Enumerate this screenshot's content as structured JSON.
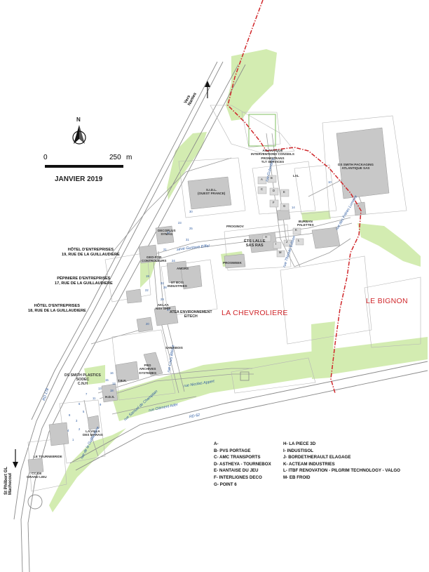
{
  "north_label": "N",
  "scale": {
    "start": "0",
    "end": "250",
    "unit": "m"
  },
  "date": "JANVIER 2019",
  "directions": {
    "vieux_nantes": "Vers\nNantes",
    "st_philbert": "St Philbert GL\nMachecoul"
  },
  "communes": {
    "chevroliere": "LA CHEVROLIERE",
    "bignon": "LE BIGNON"
  },
  "roads": {
    "rd178": "RD 178",
    "rd62": "RD 62",
    "gustave_eiffel": "rue Gustave Eiffel",
    "nicolas_appert": "rue Nicolas Appert",
    "samuel_champlain": "rue Samuel de Champlain",
    "clement_ader": "rue Clément Ader",
    "la_guillaudiere": "rue de la Guillaudière",
    "thomas_edison": "rue Thomas Edison",
    "freres_lumiere": "rue des Frères Lumière",
    "louis_blériot": "rue Louis Blériot",
    "gutenberg": "rue Gutenberg"
  },
  "addresses": {
    "hotel1": "HÔTEL D'ENTREPRISES\n19, RUE DE LA GUILLAUDIERE",
    "pepiniere": "PÉPINIERE D'ENTREPRISES\n17, RUE DE LA GUILLAUDIERE",
    "hotel2": "HÔTEL D'ENTREPRISES\n18, RUE DE LA GUILLAUDIERE"
  },
  "companies": {
    "atlantique": "ATLANTIQUE\nINTERVENTIONS CONSEILS\nPROMOTRANS\nTLT SERVICES",
    "ds_smith": "DS SMITH PACKAGING\nATLANTIQUE SAS",
    "lxl": "LXL",
    "sidl": "S.I.D.L.\n(OUEST FRANCE)",
    "burban": "BURBAN\nPALETTES",
    "proginov": "PROGINOV",
    "ets_lalle": "ÉTS LALLE\nSAS RAS",
    "prosweek": "PROSWEEK",
    "decoplus": "DECOPLUS\nSYMAG",
    "geo": "GEO-FOR\nCONTROLEURS",
    "amgrs": "AMGRS",
    "st_bois": "ST BOIS\nINDUSTRIES",
    "aklaa": "AKLAA\nNSV SHIP",
    "atea": "ATEA ENVIRONNEMENT\nEITECH",
    "samabois": "SAMABOIS",
    "ds_plastics": "DS SMITH PLASTICS\nSODEC\nC.N.H",
    "tbr": "T.B.R.",
    "pro_archives": "PRO\nARCHIVES\nSYSTEMES",
    "hds": "H.D.S.",
    "villa": "LA VILLA\nDES MARAIS",
    "tournebride": "LE TOURNEBRIDE",
    "ccde": "CC DE\nGRAND LIEU"
  },
  "numbers": [
    "30",
    "23",
    "21",
    "24",
    "28",
    "17",
    "19",
    "22",
    "20",
    "32",
    "25",
    "16",
    "18",
    "14",
    "12",
    "15",
    "9",
    "10",
    "11",
    "13",
    "2",
    "1",
    "3",
    "4",
    "5",
    "6",
    "7",
    "8",
    "26",
    "27",
    "29",
    "31"
  ],
  "legend": {
    "col1": [
      "A-",
      "B- PVS PORTAGE",
      "C- AMC TRANSPORTS",
      "D- ASTHEYA - TOURNEBOX",
      "E- NANTAISE DU JEU",
      "F- INTERLIGNES DECO",
      "G- POINT 6"
    ],
    "col2": [
      "H- LA PIECE 3D",
      "I- INDUSTISOL",
      "J- BORDET/HERAULT ELAGAGE",
      "K- ACTEAM INDUSTRIES",
      "L- ITBF RENOVATION - PILGRIM TECHNOLOGY - VALGO",
      "M- EB FROID"
    ]
  },
  "lot_letters": [
    "A",
    "B",
    "C",
    "D",
    "E",
    "F",
    "G",
    "H",
    "I",
    "J",
    "K",
    "L",
    "M"
  ],
  "colors": {
    "green": "#d3ecb1",
    "building": "#c8c8c8",
    "road_outline": "#8a8a8a",
    "boundary": "#d0262a",
    "road_label": "#2c5aa0"
  }
}
